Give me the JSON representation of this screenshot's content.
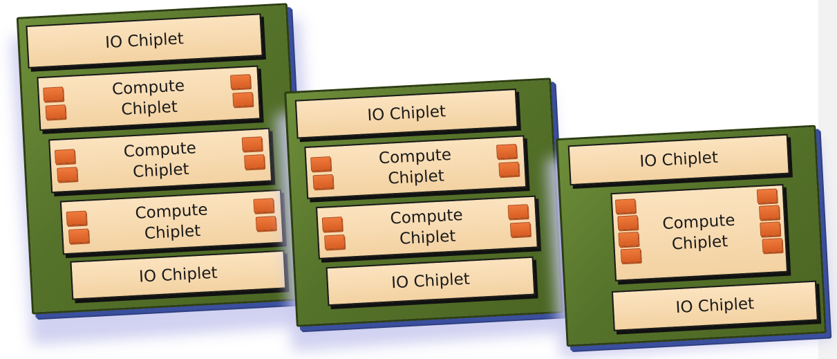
{
  "colors": {
    "substrate": "#55722a",
    "substrate_edge": "#3a4f9e",
    "chiplet_fill": "#f6d8ac",
    "pad": "#e96a2e",
    "shadow": "#c9c9ef"
  },
  "packages": [
    {
      "chiplets": [
        {
          "kind": "io",
          "label": "IO Chiplet"
        },
        {
          "kind": "compute",
          "label": "Compute\nChiplet"
        },
        {
          "kind": "compute",
          "label": "Compute\nChiplet"
        },
        {
          "kind": "compute",
          "label": "Compute\nChiplet"
        },
        {
          "kind": "io",
          "label": "IO Chiplet"
        }
      ]
    },
    {
      "chiplets": [
        {
          "kind": "io",
          "label": "IO Chiplet"
        },
        {
          "kind": "compute",
          "label": "Compute\nChiplet"
        },
        {
          "kind": "compute",
          "label": "Compute\nChiplet"
        },
        {
          "kind": "io",
          "label": "IO Chiplet"
        }
      ]
    },
    {
      "chiplets": [
        {
          "kind": "io",
          "label": "IO Chiplet"
        },
        {
          "kind": "compute",
          "label": "Compute\nChiplet"
        },
        {
          "kind": "io",
          "label": "IO Chiplet"
        }
      ]
    }
  ]
}
